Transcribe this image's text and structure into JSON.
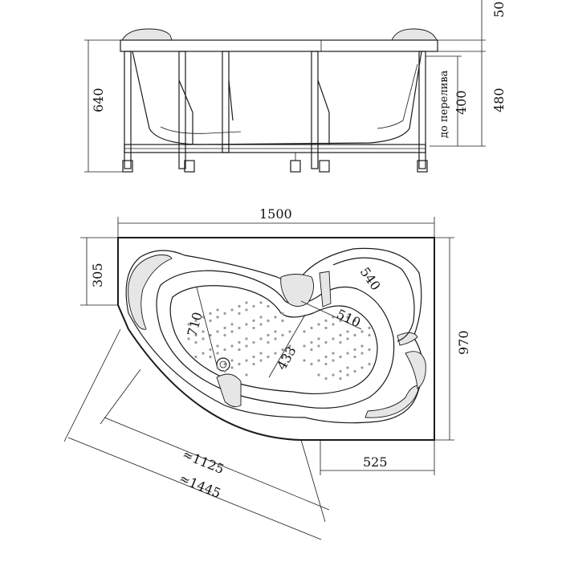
{
  "front_view": {
    "dims": {
      "height_total": "640",
      "rim": "50",
      "depth": "480",
      "overflow": "400",
      "overflow_note": "до перелива"
    }
  },
  "plan_view": {
    "dims": {
      "length": "1500",
      "width": "970",
      "corner_inset": "305",
      "seat_width": "525",
      "diag_inner": "≈1125",
      "diag_outer": "≈1445",
      "bowl_length": "710",
      "bowl_width": "433",
      "pillow_width": "510",
      "seat_arc": "540"
    }
  },
  "colors": {
    "line": "#1a1a1a",
    "hydro_dot": "#9a9a9a",
    "shade": "#e6e6e6"
  }
}
